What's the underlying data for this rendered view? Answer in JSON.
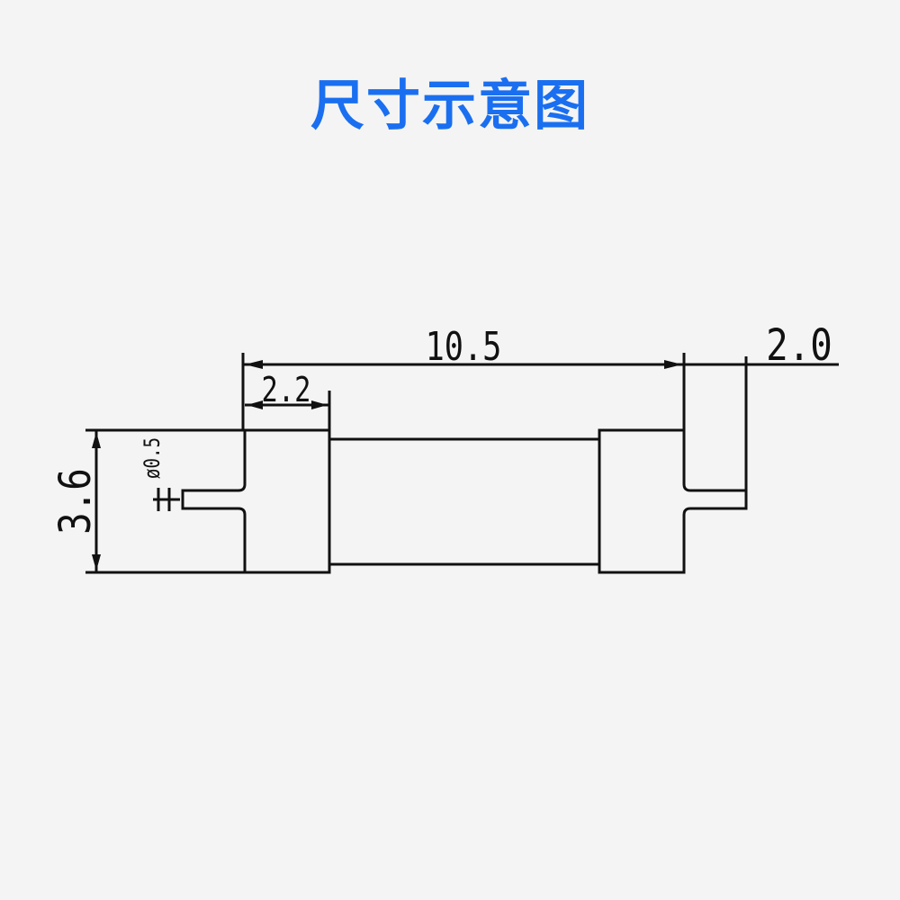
{
  "title": "尺寸示意图",
  "dimensions": {
    "overall_length": "10.5",
    "cap_length": "2.2",
    "lead_length": "2.0",
    "body_height": "3.6",
    "lead_diameter": "ø0.5"
  },
  "colors": {
    "title": "#1a6ff0",
    "line": "#111111",
    "background": "#f4f4f4"
  }
}
